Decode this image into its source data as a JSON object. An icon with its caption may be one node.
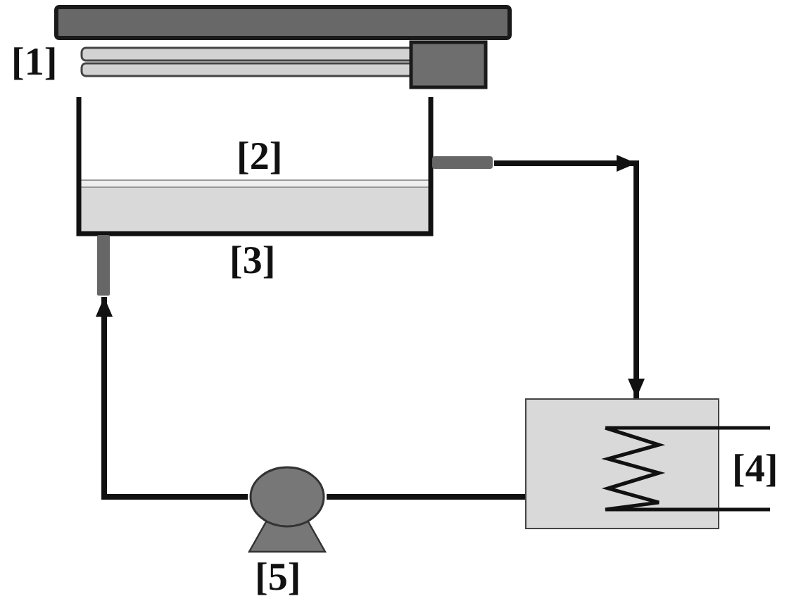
{
  "diagram": {
    "nodes": [
      {
        "text": [],
        "shape": "box"
      },
      {
        "text": [],
        "shape": "box"
      },
      {
        "text": [],
        "shape": "circle"
      }
    ],
    "edges": [
      {
        "from": 0,
        "to": 1,
        "arrow": "to"
      },
      {
        "from": 1,
        "to": 2,
        "arrow": "none"
      },
      {
        "from": 2,
        "to": 0,
        "arrow": "to"
      }
    ],
    "labels": [
      "[1]",
      "[2]",
      "[3]",
      "[4]",
      "[5]"
    ]
  }
}
